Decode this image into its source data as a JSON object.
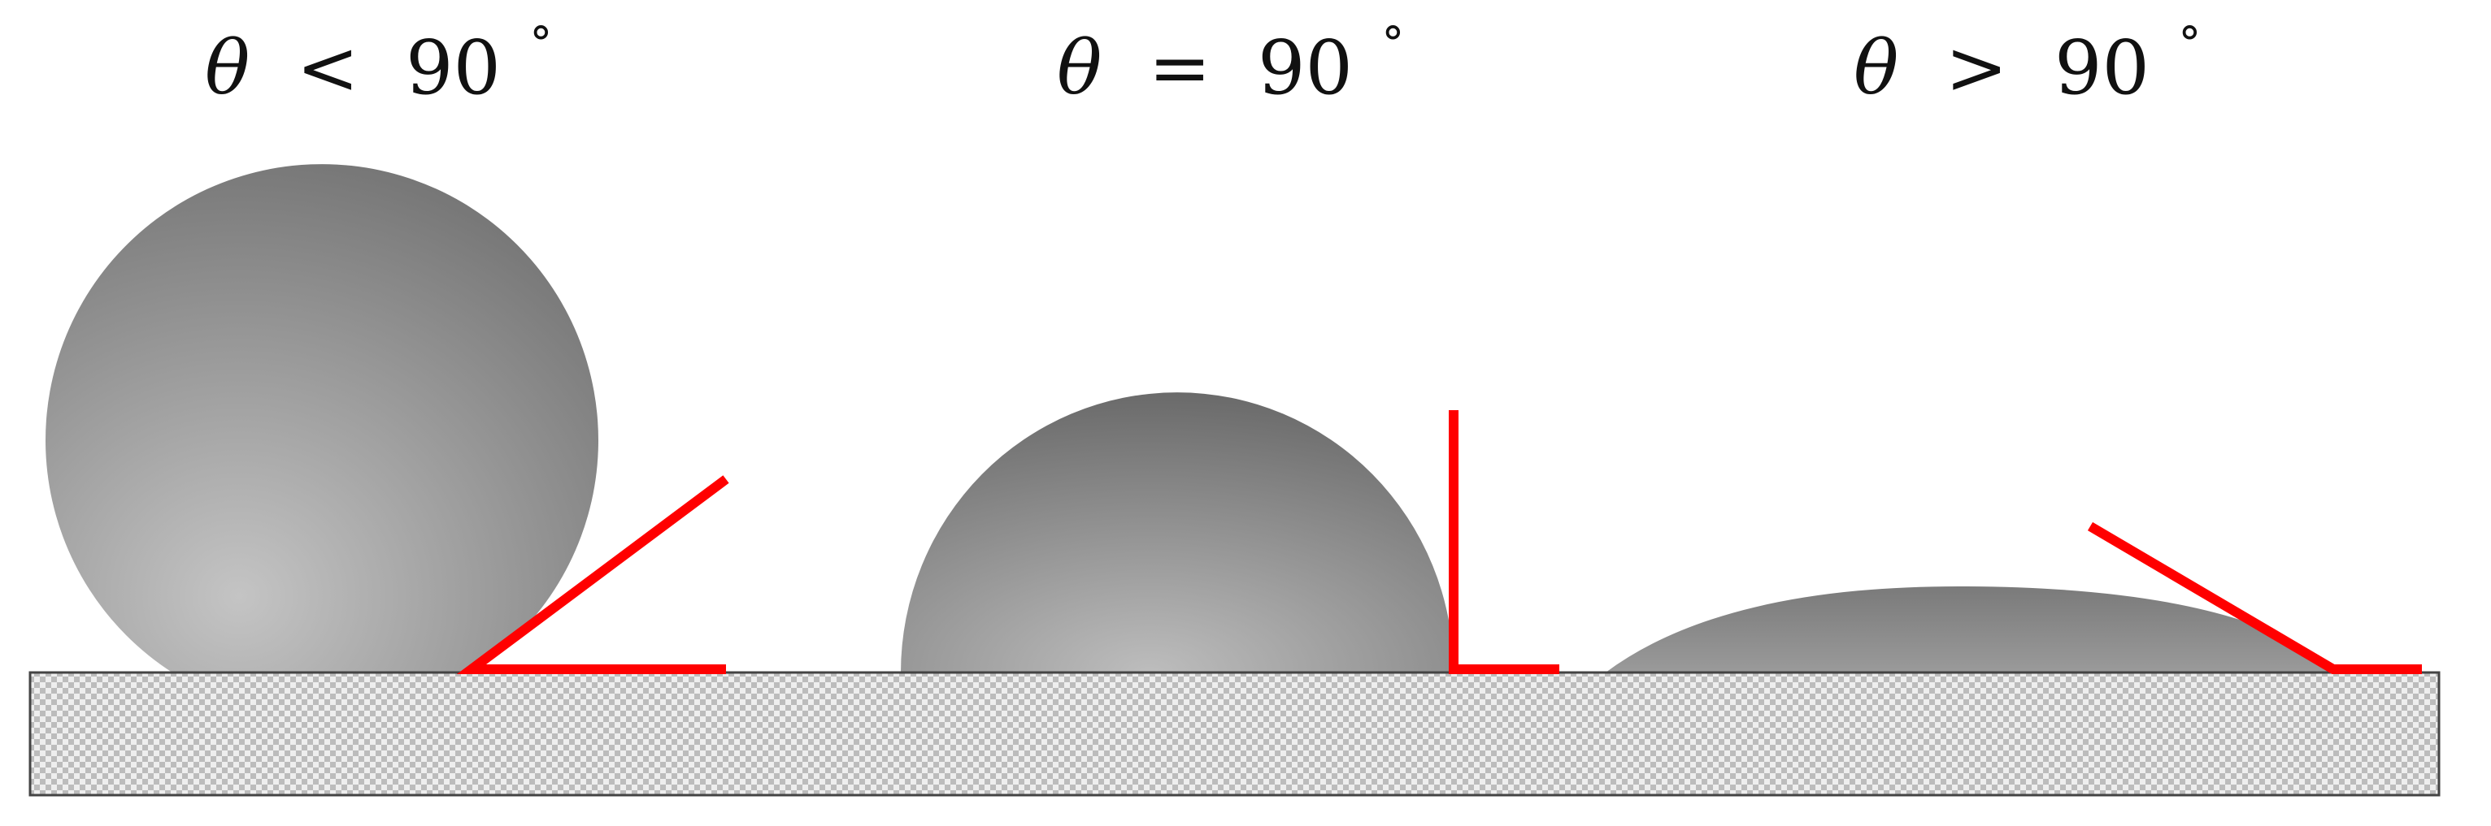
{
  "labels": {
    "acute": {
      "symbol": "θ",
      "relation": "<",
      "value": "90",
      "unit": "°"
    },
    "right": {
      "symbol": "θ",
      "relation": "=",
      "value": "90",
      "unit": "°"
    },
    "obtuse": {
      "symbol": "θ",
      "relation": ">",
      "value": "90",
      "unit": "°"
    }
  },
  "colors": {
    "contact_line": "#ff0000",
    "droplet_dark": "#6e6e6e",
    "droplet_light": "#bdbdbd",
    "substrate_border": "#444444",
    "substrate_hatch": "#b8b8b8"
  }
}
